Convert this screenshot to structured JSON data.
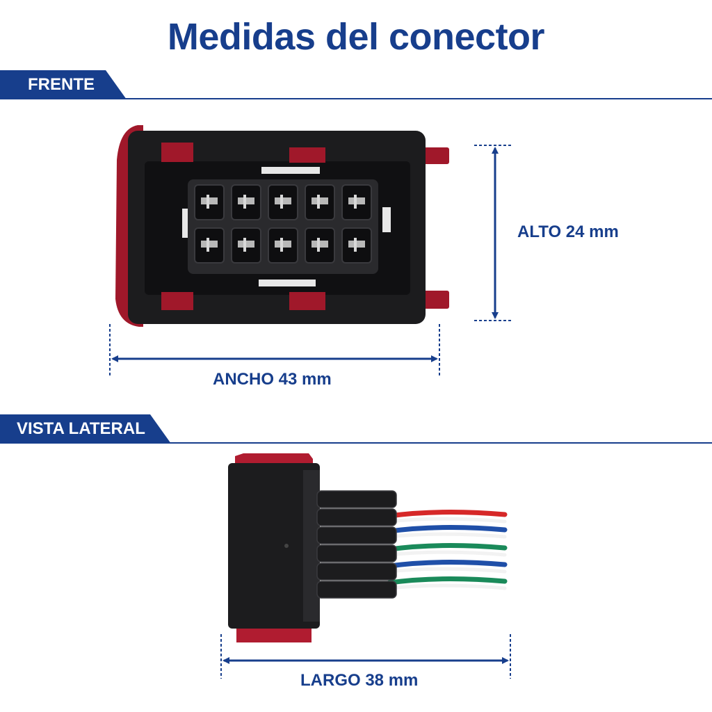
{
  "title": "Medidas del conector",
  "sections": {
    "front": {
      "label": "FRENTE"
    },
    "side": {
      "label": "VISTA LATERAL"
    }
  },
  "dimensions": {
    "height": {
      "label": "ALTO 24 mm"
    },
    "width": {
      "label": "ANCHO 43 mm"
    },
    "length": {
      "label": "LARGO 38 mm"
    }
  },
  "colors": {
    "brand_blue": "#173e8c",
    "connector_body": "#1c1c1e",
    "connector_accent": "#a0182a",
    "wires": [
      "#d62828",
      "#1f4fa8",
      "#1a8a5a",
      "#1f4fa8",
      "#1a8a5a"
    ]
  }
}
